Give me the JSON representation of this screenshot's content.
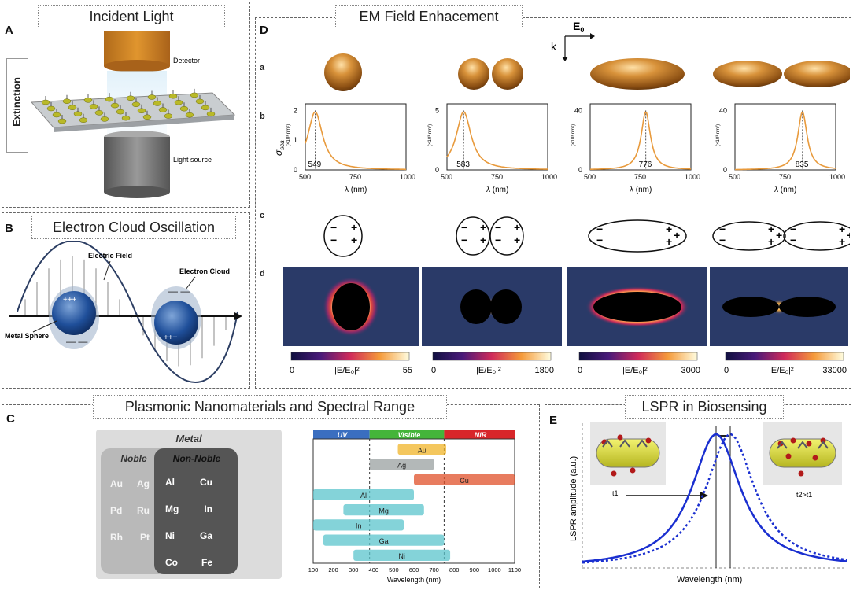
{
  "panelA": {
    "label": "A",
    "title": "Incident Light",
    "detector": "Detector",
    "light_source": "Light source",
    "side_label": "Extinction"
  },
  "panelB": {
    "label": "B",
    "title": "Electron Cloud Oscillation",
    "electric_field": "Electric Field",
    "electron_cloud": "Electron Cloud",
    "metal_sphere": "Metal Sphere"
  },
  "panelC": {
    "label": "C",
    "title": "Plasmonic Nanomaterials and Spectral Range",
    "metal": "Metal",
    "noble": "Noble",
    "non_noble": "Non-Noble",
    "noble_items": [
      "Au",
      "Ag",
      "Pd",
      "Ru",
      "Rh",
      "Pt"
    ],
    "nonnoble_items": [
      "Al",
      "Cu",
      "Mg",
      "In",
      "Ni",
      "Ga",
      "Co",
      "Fe"
    ],
    "bands": {
      "uv": "UV",
      "visible": "Visible",
      "nir": "NIR"
    },
    "xlabel": "Wavelength (nm)",
    "xticks": [
      "100",
      "200",
      "300",
      "400",
      "500",
      "600",
      "700",
      "800",
      "900",
      "1000",
      "1100"
    ],
    "bars": [
      {
        "name": "Au",
        "start": 520,
        "end": 760,
        "color": "#f0b428"
      },
      {
        "name": "Ag",
        "start": 380,
        "end": 700,
        "color": "#9aa0a0"
      },
      {
        "name": "Cu",
        "start": 600,
        "end": 1100,
        "color": "#e0502a"
      },
      {
        "name": "Al",
        "start": 100,
        "end": 600,
        "color": "#5bc4cc"
      },
      {
        "name": "Mg",
        "start": 250,
        "end": 650,
        "color": "#5bc4cc"
      },
      {
        "name": "In",
        "start": 100,
        "end": 550,
        "color": "#5bc4cc"
      },
      {
        "name": "Ga",
        "start": 150,
        "end": 750,
        "color": "#5bc4cc"
      },
      {
        "name": "Ni",
        "start": 300,
        "end": 780,
        "color": "#5bc4cc"
      }
    ]
  },
  "panelD": {
    "label": "D",
    "title": "EM Field Enhacement",
    "rows": [
      "a",
      "b",
      "c",
      "d"
    ],
    "e0": "E",
    "e0sub": "0",
    "k": "k",
    "ylabel": "σ",
    "ylabel_sub": "sca",
    "yunit": "(×10³ nm²)",
    "xlabel": "λ  (nm)",
    "xticks": [
      "500",
      "750",
      "1000"
    ],
    "plots": [
      {
        "peak": 549,
        "peak_label": "549",
        "ymax": 2,
        "yticks": [
          "0",
          "1",
          "2"
        ]
      },
      {
        "peak": 583,
        "peak_label": "583",
        "ymax": 5,
        "yticks": [
          "0",
          "5"
        ]
      },
      {
        "peak": 776,
        "peak_label": "776",
        "ymax": 40,
        "yticks": [
          "0",
          "40"
        ]
      },
      {
        "peak": 835,
        "peak_label": "835",
        "ymax": 40,
        "yticks": [
          "0",
          "40"
        ]
      }
    ],
    "colorbars": [
      {
        "min": "0",
        "max": "55",
        "label": "|E/E₀|²"
      },
      {
        "min": "0",
        "max": "1800",
        "label": "|E/E₀|²"
      },
      {
        "min": "0",
        "max": "3000",
        "label": "|E/E₀|²"
      },
      {
        "min": "0",
        "max": "33000",
        "label": "|E/E₀|²"
      }
    ]
  },
  "panelE": {
    "label": "E",
    "title": "LSPR in Biosensing",
    "ylabel": "LSPR amplitude (a.u.)",
    "xlabel": "Wavelength (nm)",
    "t1": "t1",
    "t2": "t2>t1"
  },
  "colors": {
    "gold": "#c98a2a",
    "orange_curve": "#e89a3c",
    "navy": "#1a3a8f",
    "field_bg": "#2a3a68"
  }
}
